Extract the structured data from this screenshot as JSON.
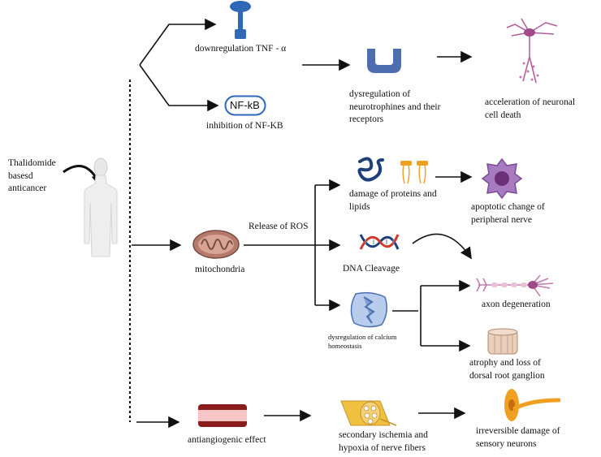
{
  "start": {
    "label": [
      "Thalidomide",
      "basesd",
      "anticancer"
    ]
  },
  "branch_tnf": {
    "tnf": "downregulation TNF -  α",
    "nfkb_badge": "NF-kB",
    "nfkb": "inhibition of NF-KB",
    "neurotroph": [
      "dysregulation of",
      "neurotrophines and their",
      "receptors"
    ],
    "cell_death": [
      "acceleration of neuronal",
      "cell death"
    ]
  },
  "branch_mito": {
    "mitochondria": "mitochondria",
    "ros": "Release of ROS",
    "proteins": [
      "damage of proteins and",
      "lipids"
    ],
    "apoptotic": [
      "apoptotic change of",
      "peripheral nerve"
    ],
    "dna": "DNA Cleavage",
    "axon": "axon degeneration",
    "calcium": [
      "dysregulation of calcium",
      "homeostasis"
    ],
    "drg": [
      "atrophy and loss of",
      "dorsal root ganglion"
    ]
  },
  "branch_angio": {
    "anti": "antiangiogenic effect",
    "ischemia": [
      "secondary ischemia and",
      "hypoxia of nerve fibers"
    ],
    "irreversible": [
      "irreversible damage of",
      "sensory neurons"
    ]
  },
  "colors": {
    "blue": "#2f68b8",
    "mito": "#b57a6b",
    "vessel": "#8c1c1c",
    "nerve": "#e6b23a",
    "purple": "#8a4d9c"
  },
  "icons": [
    "tnf-receptor-icon",
    "nfkb-icon",
    "receptor-u-icon",
    "neuron-icon",
    "human-body-icon",
    "mitochondria-icon",
    "protein-icon",
    "lipid-icon",
    "apoptotic-cell-icon",
    "dna-icon",
    "axon-icon",
    "calcium-cell-icon",
    "ganglion-icon",
    "blood-vessel-icon",
    "nerve-fiber-icon",
    "sensory-neuron-icon"
  ]
}
